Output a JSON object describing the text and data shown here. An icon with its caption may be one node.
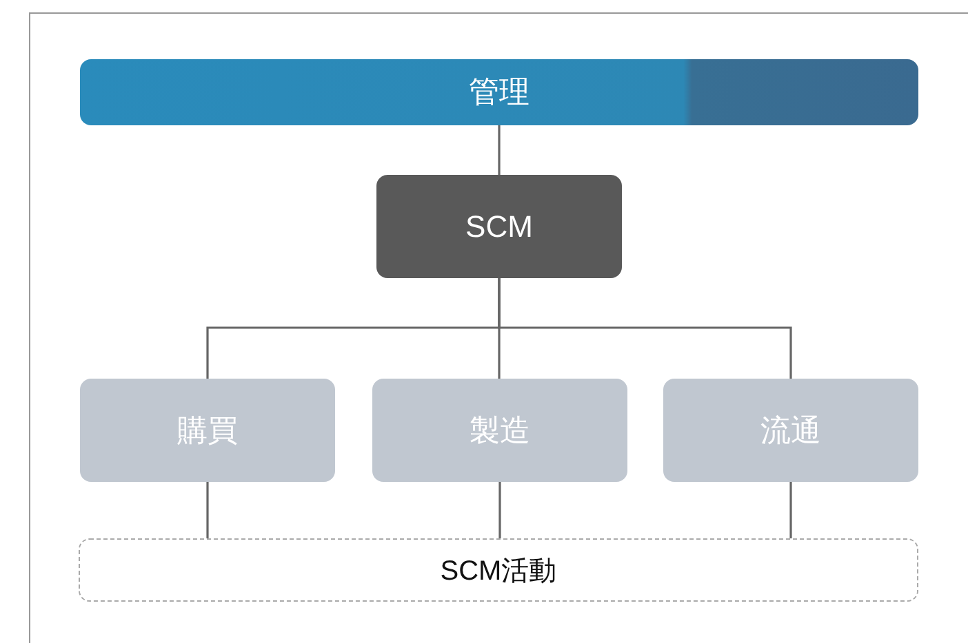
{
  "diagram": {
    "nodes": [
      {
        "text": [
          "管理"
        ]
      },
      {
        "text": [
          "SCM"
        ]
      },
      {
        "text": [
          "購買"
        ]
      },
      {
        "text": [
          "製造"
        ]
      },
      {
        "text": [
          "流通"
        ]
      },
      {
        "text": [
          "SCM活動"
        ]
      }
    ],
    "edges": [
      {
        "from": 0,
        "to": 1,
        "arrow": "none"
      },
      {
        "from": 1,
        "to": 2,
        "arrow": "none"
      },
      {
        "from": 1,
        "to": 3,
        "arrow": "none"
      },
      {
        "from": 1,
        "to": 4,
        "arrow": "none"
      },
      {
        "from": 2,
        "to": 5,
        "arrow": "none"
      },
      {
        "from": 3,
        "to": 5,
        "arrow": "none"
      },
      {
        "from": 4,
        "to": 5,
        "arrow": "none"
      }
    ]
  }
}
